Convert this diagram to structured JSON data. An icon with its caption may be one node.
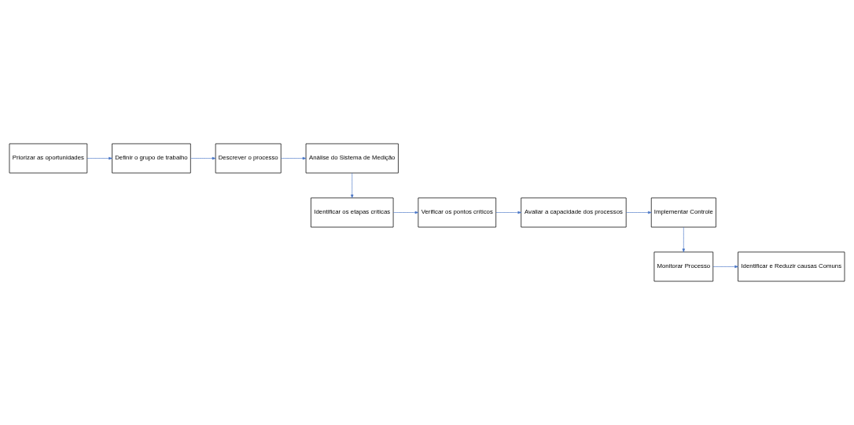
{
  "diagram": {
    "nodes": [
      {
        "text": [
          "Priorizar as oportunidades"
        ]
      },
      {
        "text": [
          "Definir o grupo de trabalho"
        ]
      },
      {
        "text": [
          "Descrever o processo"
        ]
      },
      {
        "text": [
          "Análise do Sistema de Medição"
        ]
      },
      {
        "text": [
          "Identificar os etapas críticas"
        ]
      },
      {
        "text": [
          "Verificar os pontos críticos"
        ]
      },
      {
        "text": [
          "Avaliar a capacidade dos processos"
        ]
      },
      {
        "text": [
          "Implementar Controle"
        ]
      },
      {
        "text": [
          "Monitorar Processo"
        ]
      },
      {
        "text": [
          "Identificar e Reduzir causas Comuns"
        ]
      }
    ],
    "edges": [
      {
        "from": 0,
        "to": 1,
        "arrow": "to",
        "color": "#4472c4"
      },
      {
        "from": 1,
        "to": 2,
        "arrow": "to",
        "color": "#4472c4"
      },
      {
        "from": 2,
        "to": 3,
        "arrow": "to",
        "color": "#4472c4"
      },
      {
        "from": 3,
        "to": 4,
        "arrow": "to",
        "color": "#4472c4"
      },
      {
        "from": 4,
        "to": 5,
        "arrow": "to",
        "color": "#4472c4"
      },
      {
        "from": 5,
        "to": 6,
        "arrow": "to",
        "color": "#4472c4"
      },
      {
        "from": 6,
        "to": 7,
        "arrow": "to",
        "color": "#4472c4"
      },
      {
        "from": 7,
        "to": 8,
        "arrow": "to",
        "color": "#4472c4"
      },
      {
        "from": 8,
        "to": 9,
        "arrow": "to",
        "color": "#4472c4"
      }
    ]
  }
}
